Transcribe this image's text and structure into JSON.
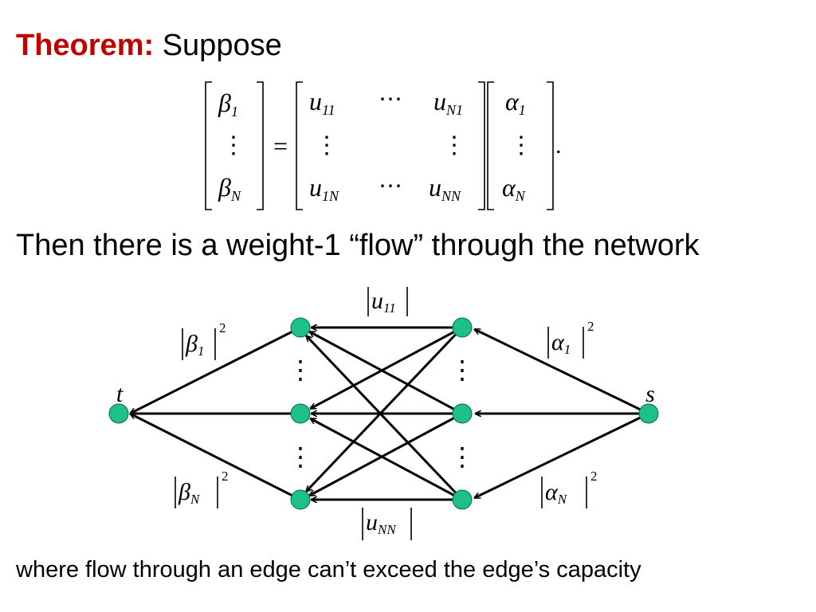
{
  "heading": {
    "keyword": "Theorem:",
    "text": "Suppose"
  },
  "equation": {
    "lhs": [
      {
        "sym": "β",
        "sub": "1"
      },
      {
        "sym": "β",
        "sub": "N"
      }
    ],
    "matrix": {
      "top_left": {
        "sym": "u",
        "sub": "11"
      },
      "top_right": {
        "sym": "u",
        "sub": "N1"
      },
      "bot_left": {
        "sym": "u",
        "sub": "1N"
      },
      "bot_right": {
        "sym": "u",
        "sub": "NN"
      },
      "hdots": "⋯",
      "vdots": "⋮"
    },
    "rhs": [
      {
        "sym": "α",
        "sub": "1"
      },
      {
        "sym": "α",
        "sub": "N"
      }
    ],
    "equals": "=",
    "period": "."
  },
  "statement": "Then there is a weight-1 “flow” through the network",
  "network": {
    "node_color": "#1dbf8a",
    "sink_label": "t",
    "source_label": "s",
    "vdots": "⋮",
    "beta_top": {
      "sym": "β",
      "sub": "1",
      "sup": "2"
    },
    "beta_bot": {
      "sym": "β",
      "sub": "N",
      "sup": "2"
    },
    "alpha_top": {
      "sym": "α",
      "sub": "1",
      "sup": "2"
    },
    "alpha_bot": {
      "sym": "α",
      "sub": "N",
      "sup": "2"
    },
    "u_top": {
      "sym": "u",
      "sub": "11"
    },
    "u_bot": {
      "sym": "u",
      "sub": "NN"
    }
  },
  "footer": "where flow through an edge can’t exceed the edge’s capacity",
  "colors": {
    "keyword": "#c00000",
    "text": "#000000",
    "node": "#1dbf8a"
  }
}
